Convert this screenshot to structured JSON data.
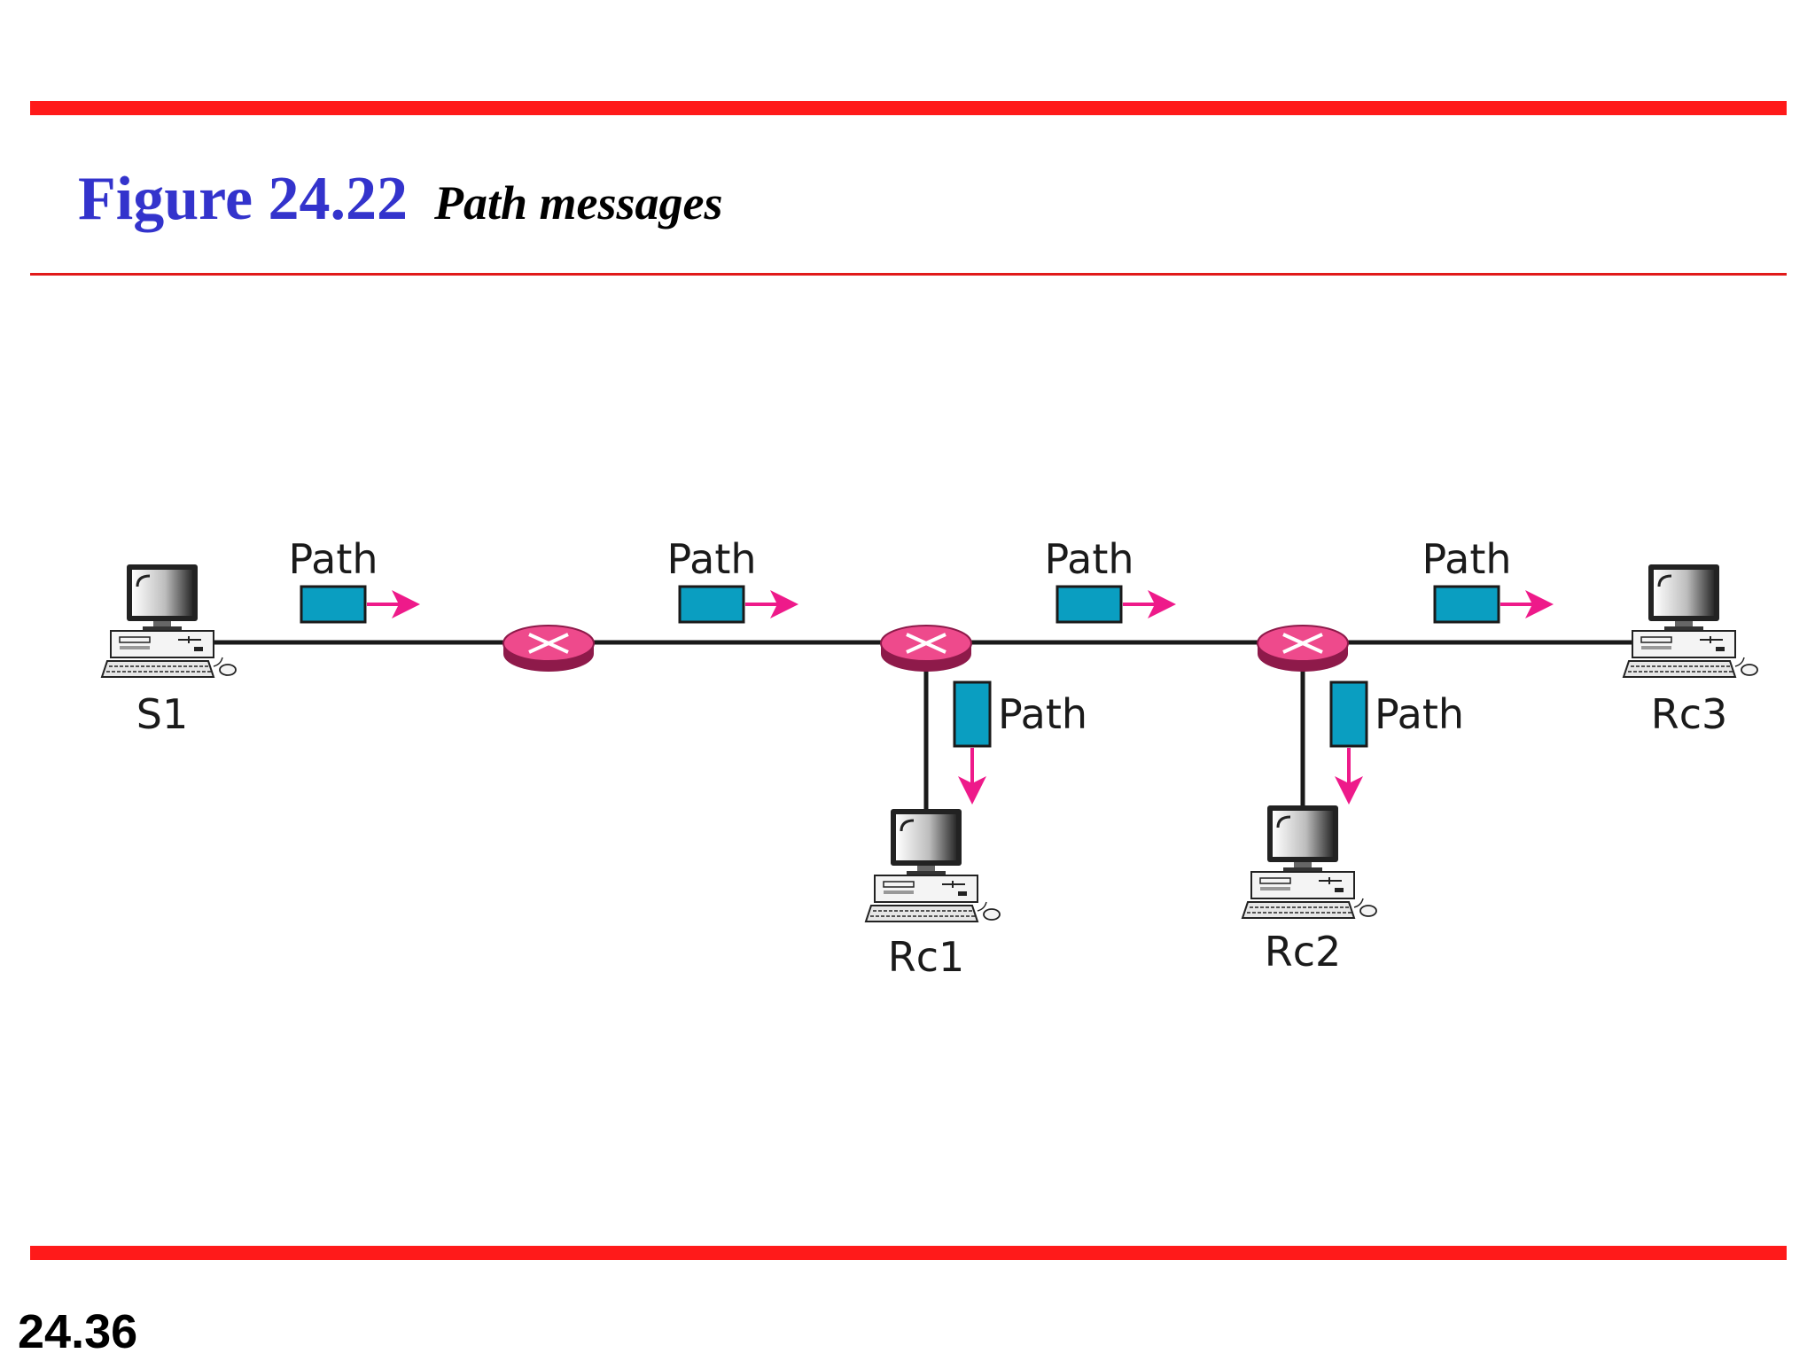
{
  "header": {
    "figure_label": "Figure 24.22",
    "figure_caption": "Path messages"
  },
  "slide_number": "24.36",
  "diagram": {
    "message_label": "Path",
    "hosts": {
      "s1": "S1",
      "rc1": "Rc1",
      "rc2": "Rc2",
      "rc3": "Rc3"
    },
    "colors": {
      "message_box": "#0a9ec1",
      "arrow": "#ee1a8a",
      "router": "#ee4a8c",
      "link": "#1a1a1a",
      "rule": "#ff1a1a",
      "title": "#3333cc"
    }
  }
}
